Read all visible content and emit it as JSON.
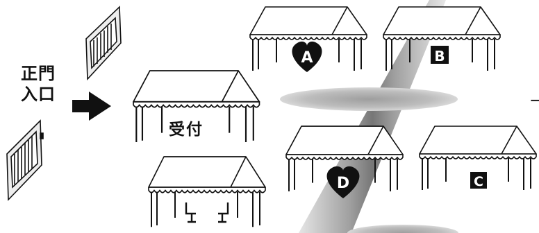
{
  "gate": {
    "line1": "正門",
    "line2": "入口"
  },
  "reception_label": "受付",
  "booths": [
    {
      "label": "A",
      "marker": "heart"
    },
    {
      "label": "B",
      "marker": "square"
    },
    {
      "label": "C",
      "marker": "square"
    },
    {
      "label": "D",
      "marker": "heart"
    }
  ],
  "edge_mark": "一",
  "colors": {
    "ink": "#111111",
    "stripe": "#8c8c8c",
    "shadow": "#bdbdbd",
    "gate_fill": "#eeeeee",
    "badge_text": "#ffffff"
  },
  "icons": [
    "arrow-right-icon",
    "gate-icon",
    "tent-icon",
    "chair-icon"
  ]
}
